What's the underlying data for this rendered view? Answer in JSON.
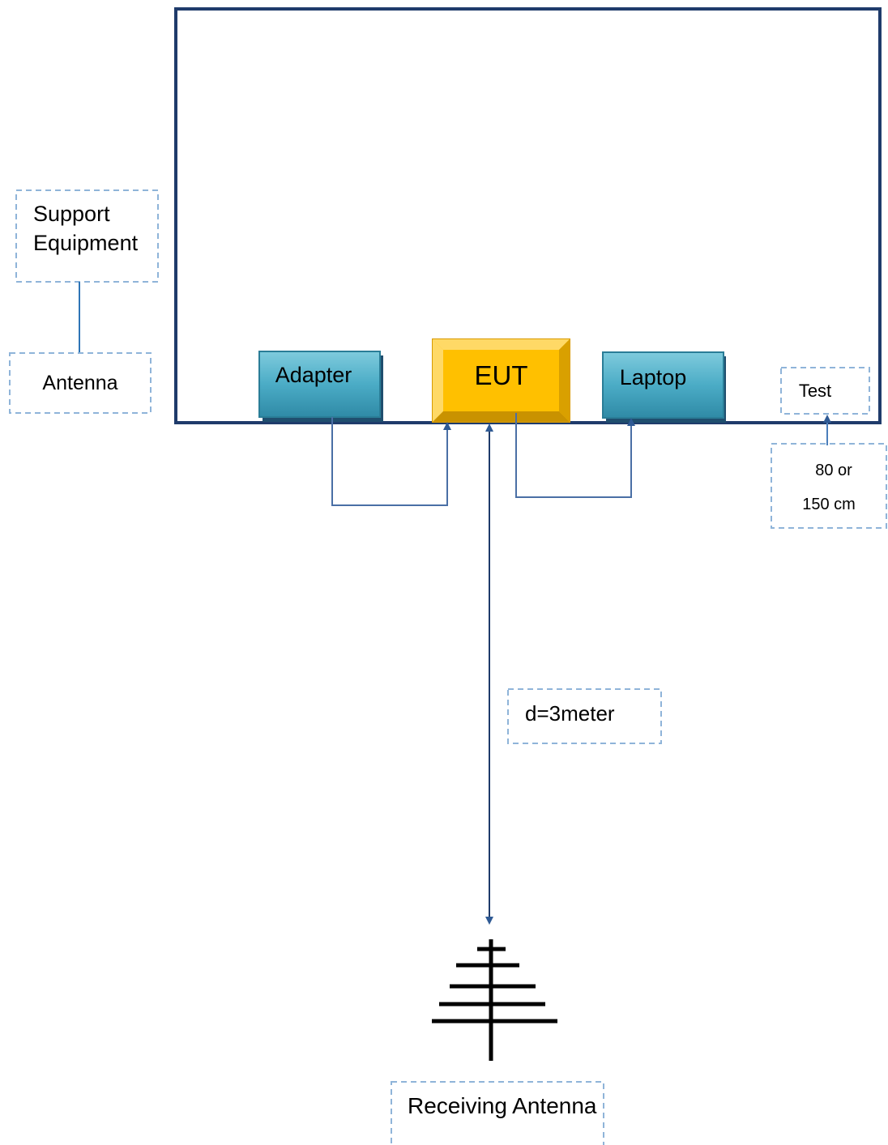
{
  "diagram": {
    "support_equipment": {
      "line1": "Support",
      "line2": "Equipment"
    },
    "support_antenna": "Antenna",
    "adapter": "Adapter",
    "eut": "EUT",
    "laptop": "Laptop",
    "test": "Test",
    "height": {
      "line1": "80 or",
      "line2": "150 cm"
    },
    "distance": "d=3meter",
    "receiving_antenna": "Receiving Antenna"
  },
  "colors": {
    "table_border": "#1f3b6b",
    "connector": "#4a6fa5",
    "dashed_border": "#8fb4d9",
    "device_fill": "#4bacc6",
    "eut_fill": "#ffc000",
    "antenna_symbol": "#000000"
  }
}
